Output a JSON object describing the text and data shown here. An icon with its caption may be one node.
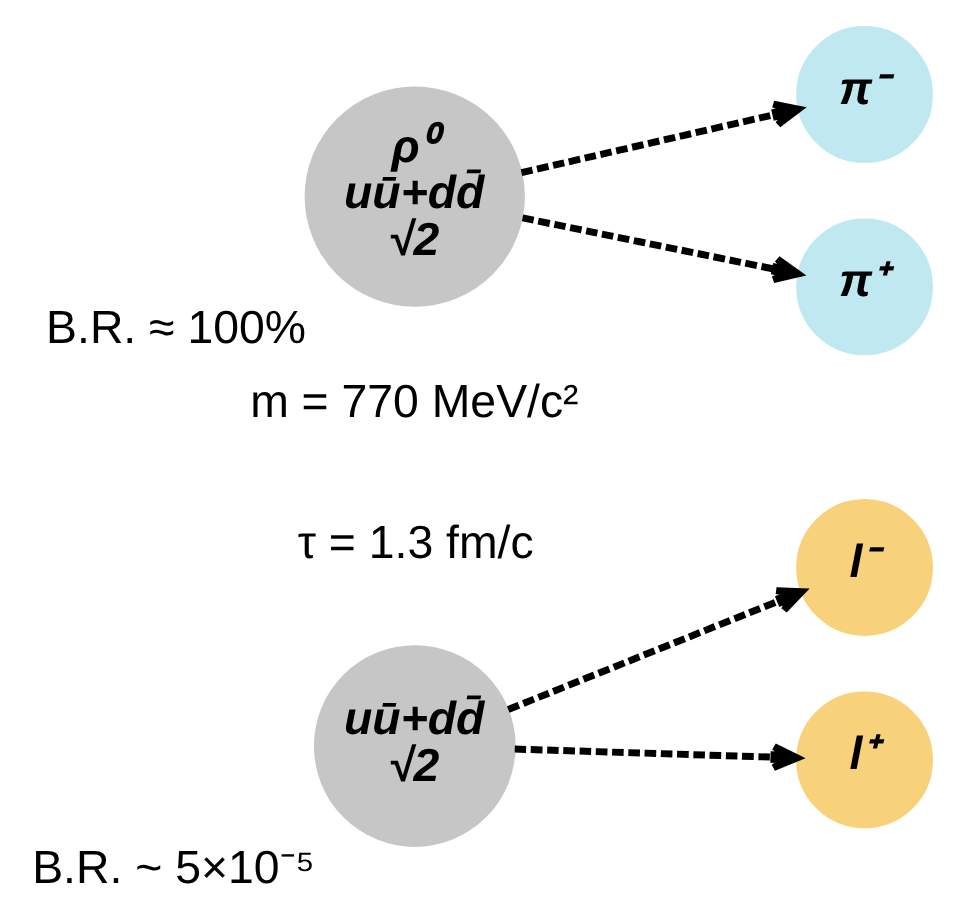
{
  "diagram": {
    "nodes": [
      {
        "text": [
          "ρ⁰",
          "uū+dd̄",
          "√2"
        ],
        "beside": [
          "B.R. ≈ 100%"
        ]
      },
      {
        "text": [
          "π⁻"
        ]
      },
      {
        "text": [
          "π⁺"
        ]
      },
      {
        "text": [
          "uū+dd̄",
          "√2"
        ],
        "beside": [
          "B.R. ~ 5×10⁻⁵"
        ]
      },
      {
        "text": [
          "l⁻"
        ]
      },
      {
        "text": [
          "l⁺"
        ]
      }
    ],
    "edges": [
      {
        "from": 0,
        "to": 1,
        "arrow": "to",
        "style": "dashed"
      },
      {
        "from": 0,
        "to": 2,
        "arrow": "to",
        "style": "dashed"
      },
      {
        "from": 3,
        "to": 4,
        "arrow": "to",
        "style": "dashed"
      },
      {
        "from": 3,
        "to": 5,
        "arrow": "to",
        "style": "dashed"
      }
    ],
    "labels": [
      "m = 770 MeV/c²",
      "τ = 1.3 fm/c"
    ]
  }
}
